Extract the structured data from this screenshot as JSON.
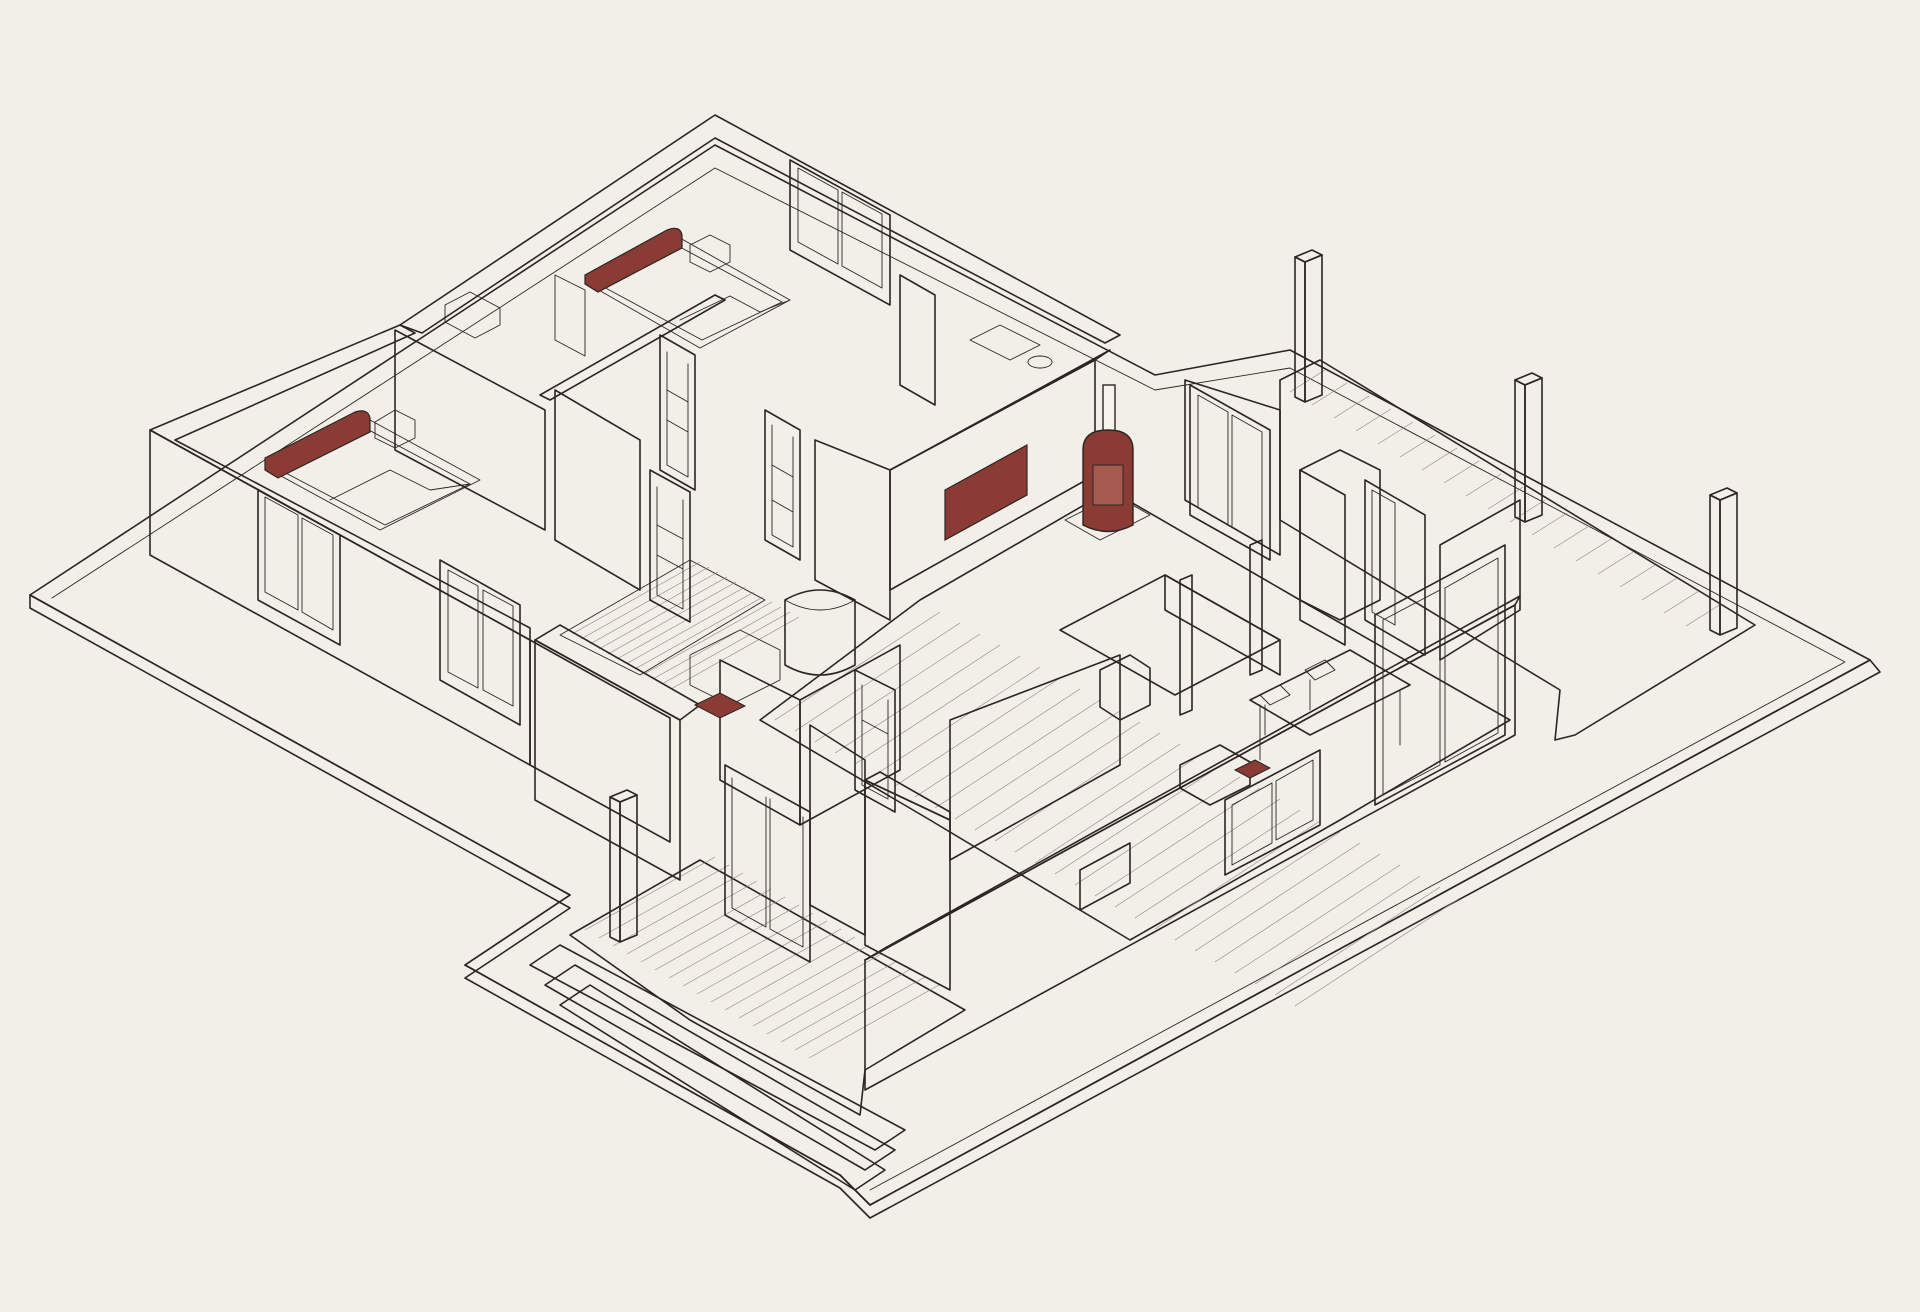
{
  "figure": {
    "kind": "isometric floor plan cutaway",
    "colors": {
      "background": "#f2efe8",
      "surface": "#f7f4ee",
      "wall_side": "#f4f1ea",
      "line": "#2b2523",
      "accent": "#8a3b33"
    },
    "features": {
      "bedrooms": 2,
      "bathrooms": 3,
      "wood_stove": 1,
      "sofa": 1,
      "dining_table": 1,
      "covered_terrace_posts": 4,
      "entry_steps": 3
    }
  }
}
